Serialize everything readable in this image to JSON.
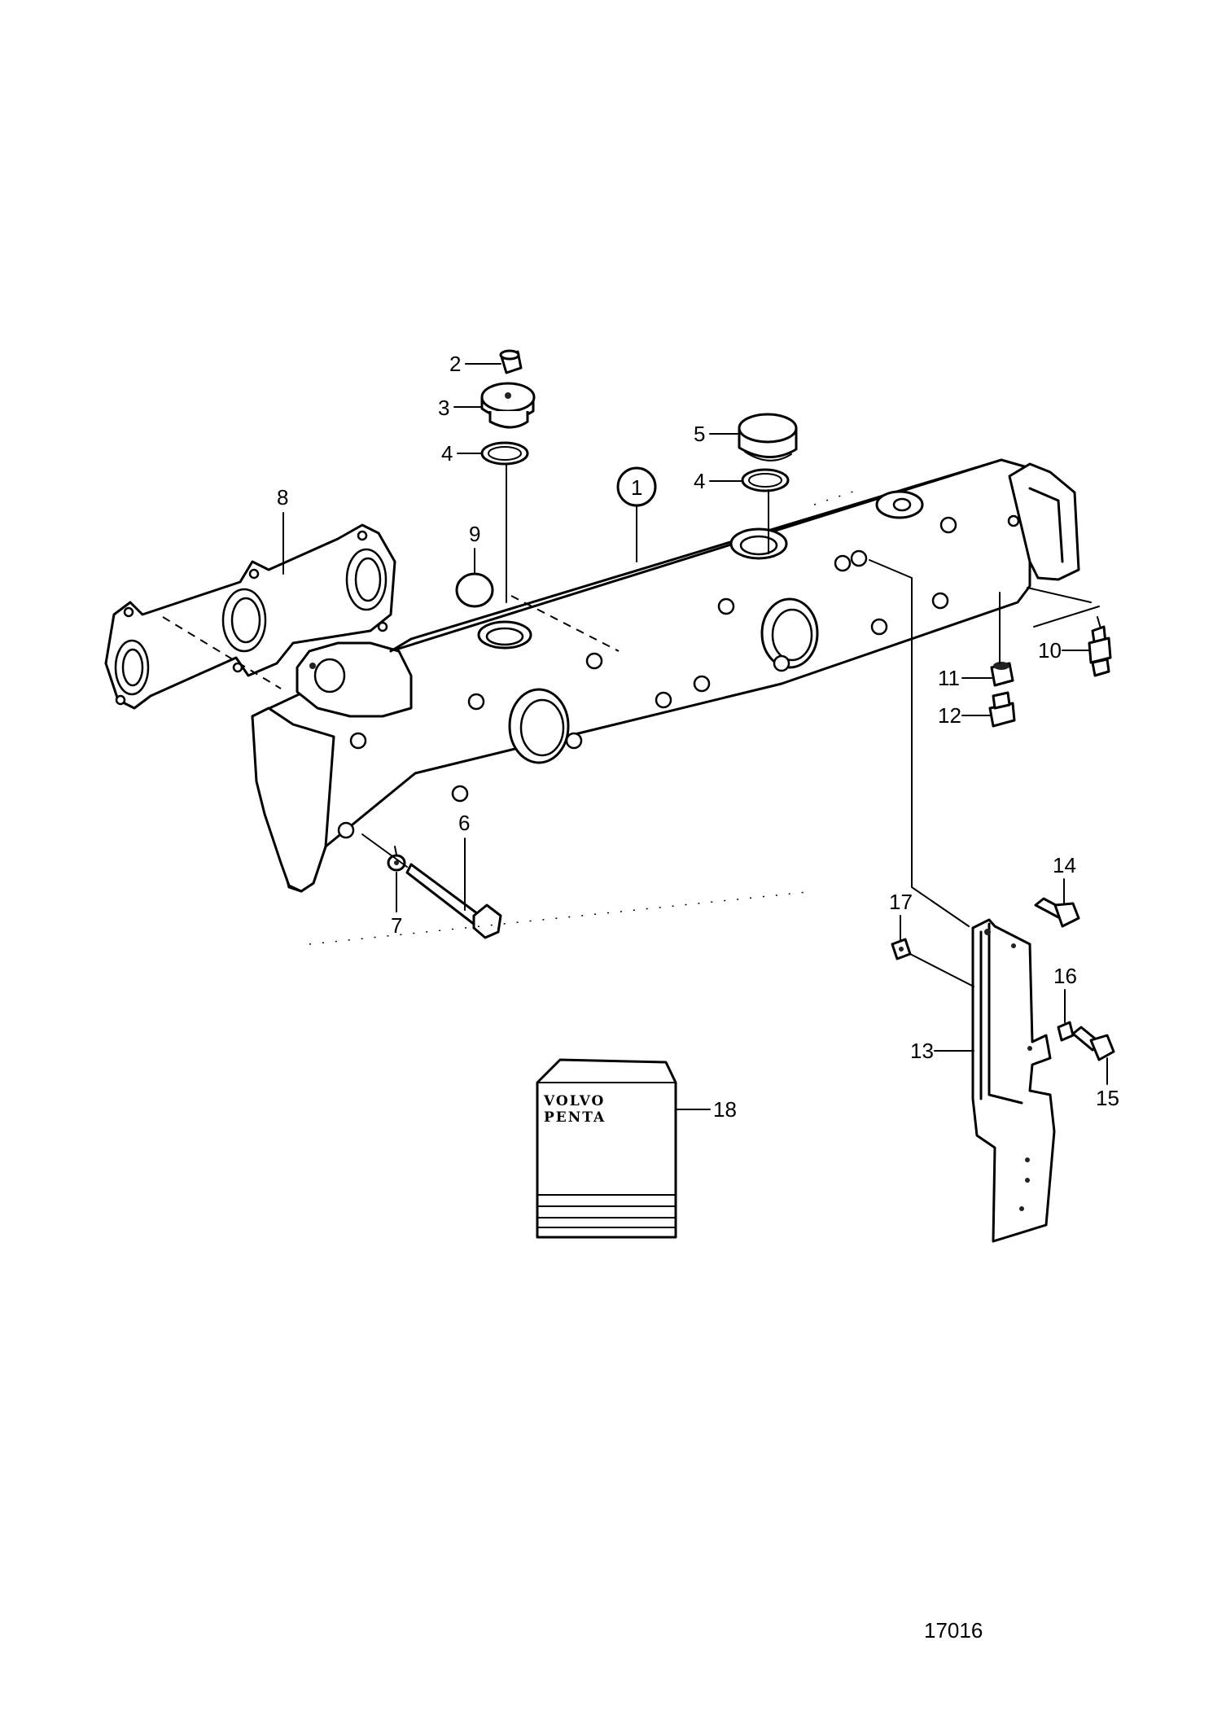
{
  "figure_number": "17016",
  "brand_text": {
    "line1": "VOLVO",
    "line2": "PENTA"
  },
  "callouts": {
    "c1": "1",
    "c2": "2",
    "c3": "3",
    "c4a": "4",
    "c4b": "4",
    "c5": "5",
    "c6": "6",
    "c7": "7",
    "c8": "8",
    "c9": "9",
    "c10": "10",
    "c11": "11",
    "c12": "12",
    "c13": "13",
    "c14": "14",
    "c15": "15",
    "c16": "16",
    "c17": "17",
    "c18": "18"
  }
}
